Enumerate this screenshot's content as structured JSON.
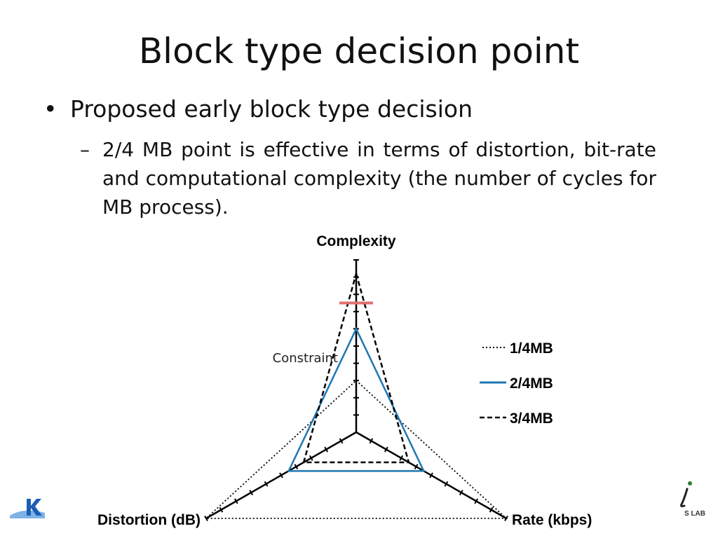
{
  "slide": {
    "title": "Block type decision point",
    "bullet": "Proposed early block type decision",
    "sub_bullet": "2/4 MB point is effective in terms of distortion, bit-rate and computational complexity (the number of cycles for MB process).",
    "bullet_symbol": "•",
    "dash_symbol": "–"
  },
  "chart_data": {
    "type": "radar",
    "axes": [
      "Complexity",
      "Rate (kbps)",
      "Distortion (dB)"
    ],
    "axis_max": 10,
    "ticks": 10,
    "grid": false,
    "legend_position": "right",
    "series": [
      {
        "name": "1/4MB",
        "style": "dotted",
        "color": "#000000",
        "values": [
          3,
          10,
          10
        ]
      },
      {
        "name": "2/4MB",
        "style": "solid",
        "color": "#1f77b4",
        "values": [
          6,
          4.5,
          4.5
        ]
      },
      {
        "name": "3/4MB",
        "style": "dashed",
        "color": "#000000",
        "values": [
          9.2,
          3.5,
          3.5
        ]
      }
    ],
    "constraint": {
      "label": "Constraint",
      "axis": "Complexity",
      "value": 7.5,
      "color": "#e07070"
    }
  },
  "logos": {
    "left_icon": "university-logo-icon",
    "right_icon": "lab-logo-icon",
    "right_text": "S LAB",
    "left_color": "#1a5fb4"
  }
}
